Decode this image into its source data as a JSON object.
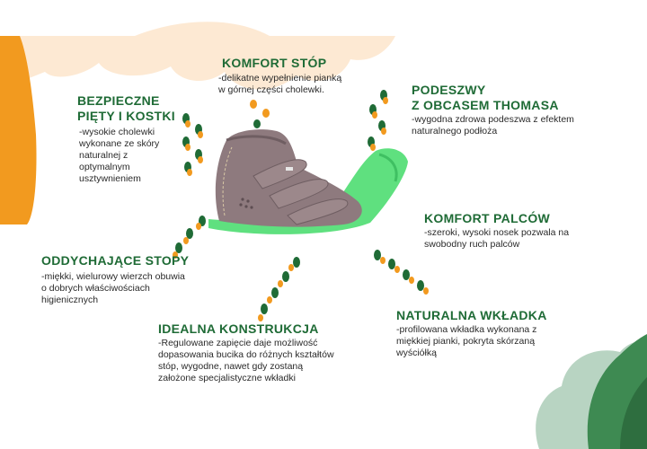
{
  "colors": {
    "heading": "#1f6b36",
    "text": "#2a2a2a",
    "orange": "#f29a1f",
    "peach": "#fde9d3",
    "green_sole": "#5fe07f",
    "sage": "#b8d4c2",
    "dark_green": "#3e8a52",
    "shoe_suede": "#8e7a7e"
  },
  "features": {
    "komfort_stop": {
      "title": "KOMFORT STÓP",
      "desc": "-delikatne wypełnienie pianką\nw górnej części cholewki."
    },
    "bezpieczne": {
      "title_line1": "BEZPIECZNE",
      "title_line2": "PIĘTY I KOSTKI",
      "desc": "-wysokie cholewki\nwykonane ze skóry\nnaturalnej z\noptymalnym\nusztywnieniem"
    },
    "podeszwy": {
      "title_line1": "PODESZWY",
      "title_line2": "Z OBCASEM THOMASA",
      "desc": "-wygodna zdrowa podeszwa z efektem\nnaturalnego podłoża"
    },
    "komfort_palcow": {
      "title": "KOMFORT PALCÓW",
      "desc": "-szeroki, wysoki nosek pozwala na\nswobodny ruch palców"
    },
    "oddychajace": {
      "title": "ODDYCHAJĄCE STOPY",
      "desc": "-miękki, wielurowy wierzch obuwia\no dobrych właściwościach\nhigienicznych"
    },
    "idealna": {
      "title": "IDEALNA KONSTRUKCJA",
      "desc": "-Regulowane zapięcie daje możliwość\ndopasowania bucika do różnych kształtów\nstóp, wygodne, nawet gdy zostaną\nzałożone specjalistyczne wkładki"
    },
    "naturalna": {
      "title": "NATURALNA WKŁADKA",
      "desc": "-profilowana wkładka wykonana z\nmiękkiej pianki, pokryta skórzaną\nwyściółką"
    }
  },
  "icons": {
    "footprints": "footprint-trail-icon",
    "shoe": "orthopedic-sandal-image"
  }
}
